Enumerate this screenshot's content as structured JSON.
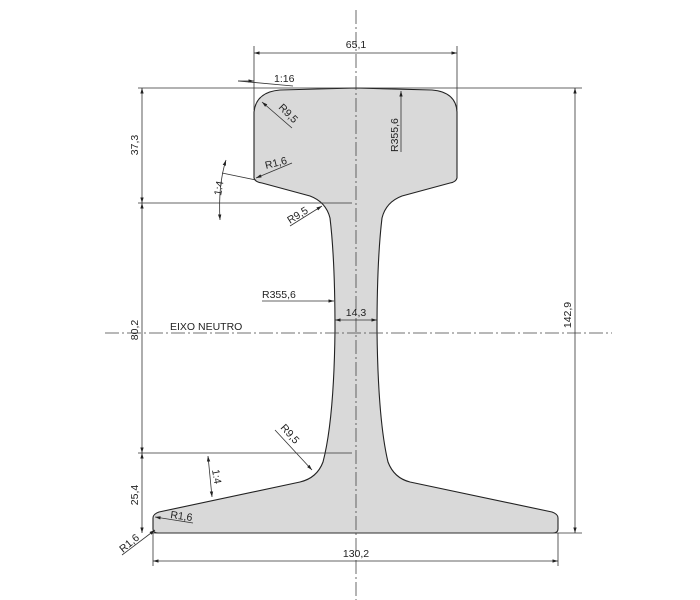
{
  "drawing": {
    "fill_color": "#d9d9d9",
    "labels": {
      "head_width": "65,1",
      "top_slope": "1:16",
      "head_corner_radius": "R9,5",
      "head_crown_radius": "R355,6",
      "head_under_radius": "R1,6",
      "head_under_slope": "1:4",
      "head_fillet_radius": "R9,5",
      "head_height": "37,3",
      "web_radius": "R355,6",
      "web_thickness": "14,3",
      "neutral_axis": "EIXO NEUTRO",
      "web_height": "80,2",
      "total_height": "142,9",
      "base_fillet_radius": "R9,5",
      "base_slope": "1:4",
      "base_height": "25,4",
      "base_tip_radius": "R1,6",
      "base_corner_radius": "R1,6",
      "base_width": "130,2"
    }
  }
}
